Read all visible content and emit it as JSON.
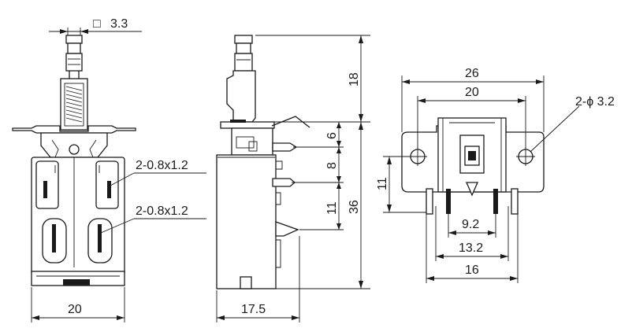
{
  "colors": {
    "line": "#1a1a1a",
    "background": "#ffffff"
  },
  "front_view": {
    "square_symbol": "□",
    "actuator_size": "3.3",
    "upper_terminal_label": "2-0.8x1.2",
    "lower_terminal_label": "2-0.8x1.2",
    "width": "20"
  },
  "side_view": {
    "actuator_height": "18",
    "total_height": "36",
    "pin_offset_1": "6",
    "pin_offset_2": "8",
    "pin_offset_3": "11",
    "depth": "17.5"
  },
  "bottom_view": {
    "overall_width": "26",
    "hole_spacing": "20",
    "hole_callout": "2-ϕ 3.2",
    "height": "11",
    "pin_spacing_inner": "9.2",
    "pin_spacing_mid": "13.2",
    "pin_spacing_outer": "16"
  }
}
